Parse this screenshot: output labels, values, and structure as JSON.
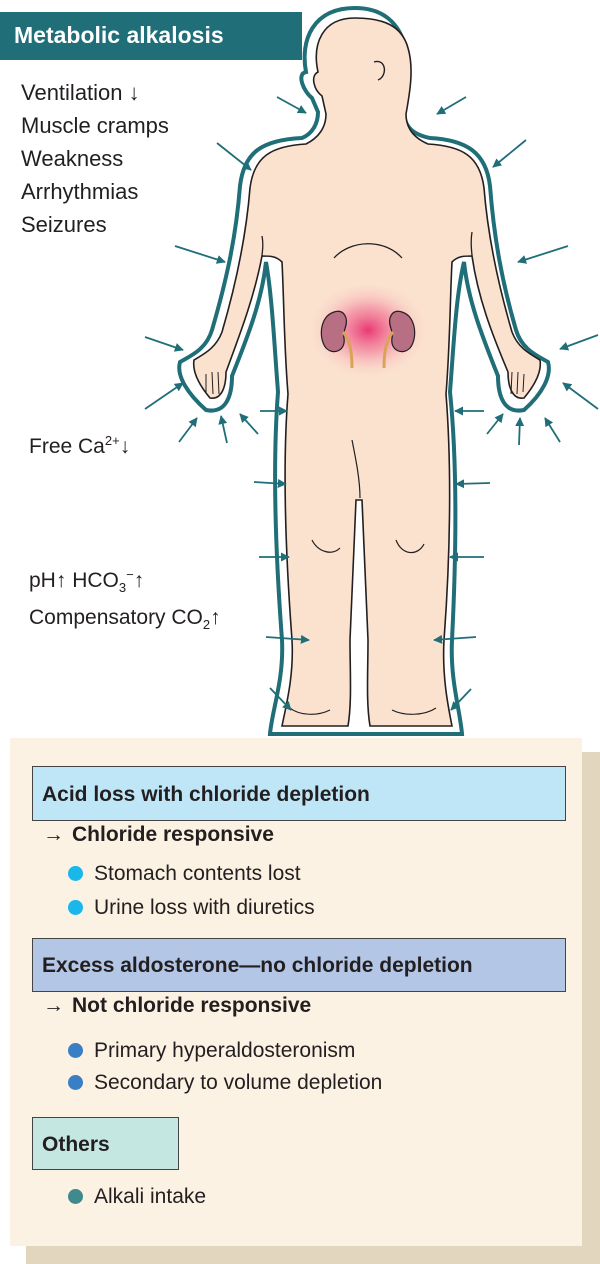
{
  "title": "Metabolic alkalosis",
  "symptoms": [
    "Ventilation ↓",
    "Muscle cramps",
    "Weakness",
    "Arrhythmias",
    "Seizures"
  ],
  "free_ca": {
    "base": "Free Ca",
    "sup": "2+",
    "arrow": "↓"
  },
  "ph": {
    "line1": {
      "ph": "pH",
      "ph_arrow": "↑",
      "hco": "HCO",
      "sub": "3",
      "sup": "−",
      "hco_arrow": "↑"
    },
    "line2": {
      "text": "Compensatory CO",
      "sub": "2",
      "arrow": "↑"
    }
  },
  "groups": [
    {
      "header": "Acid loss with chloride depletion",
      "arrow": "→",
      "responsive": "Chloride responsive",
      "items": [
        "Stomach contents lost",
        "Urine loss with diuretics"
      ],
      "color": "#1ab7ea"
    },
    {
      "header": "Excess aldosterone—no chloride depletion",
      "arrow": "→",
      "responsive": "Not chloride responsive",
      "items": [
        "Primary hyperaldosteronism",
        "Secondary to volume depletion"
      ],
      "color": "#3a7fc4"
    },
    {
      "header": "Others",
      "items": [
        "Alkali intake"
      ],
      "color": "#3f8a8c"
    }
  ],
  "colors": {
    "title_bg": "#1f6e78",
    "outline": "#1f6e78",
    "skin": "#fbe2cf",
    "kidney": "#b86f84",
    "glow": "#e8306e",
    "panel_bg": "#fbf2e3"
  }
}
